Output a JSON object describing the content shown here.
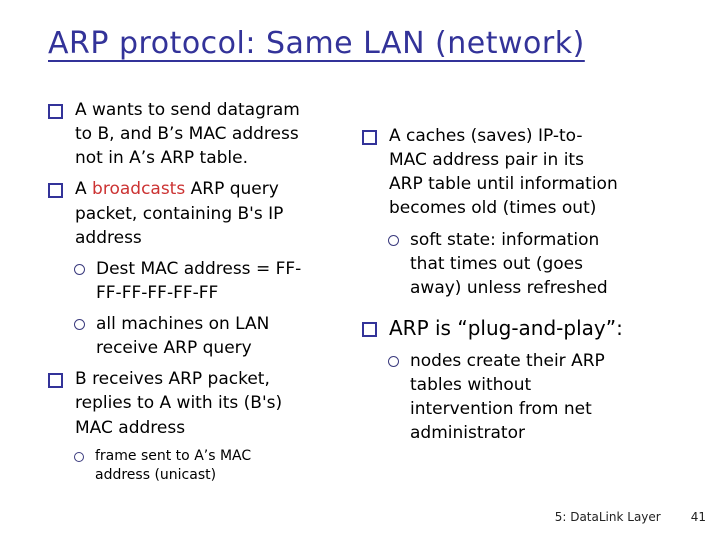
{
  "slide": {
    "title": "ARP protocol: Same LAN (network)",
    "colors": {
      "title_navy": "#333399",
      "bullet_navy": "#333399",
      "accent_red": "#cc3333",
      "text": "#000000",
      "background": "#ffffff"
    },
    "left": {
      "items": {
        "0": {
          "level": 1,
          "text": "A wants to send datagram\nto B, and B’s MAC address\nnot in A’s ARP table."
        },
        "1": {
          "level": 1,
          "pre": "A ",
          "em": "broadcasts",
          "post": " ARP query\npacket, containing B's IP\naddress"
        },
        "2": {
          "level": 2,
          "text": "Dest MAC address = FF-\nFF-FF-FF-FF-FF"
        },
        "3": {
          "level": 2,
          "text": "all machines on LAN\nreceive ARP query"
        },
        "4": {
          "level": 1,
          "text": "B receives ARP packet,\nreplies to A with its (B's)\nMAC address"
        },
        "5": {
          "level": 2,
          "small": true,
          "text": "frame sent to A’s MAC\naddress (unicast)"
        }
      }
    },
    "right": {
      "items": {
        "0": {
          "level": 1,
          "text": "A caches (saves) IP-to-\nMAC address pair in its\nARP table until information\nbecomes old (times out)"
        },
        "1": {
          "level": 2,
          "text": "soft state: information\nthat times out (goes\naway) unless refreshed"
        },
        "2": {
          "level": 1,
          "big": true,
          "text": "ARP is “plug-and-play”:"
        },
        "3": {
          "level": 2,
          "text": "nodes create their ARP\ntables without\nintervention from net\nadministrator"
        }
      }
    },
    "footer": {
      "label": "5: DataLink Layer",
      "page": "41"
    }
  }
}
